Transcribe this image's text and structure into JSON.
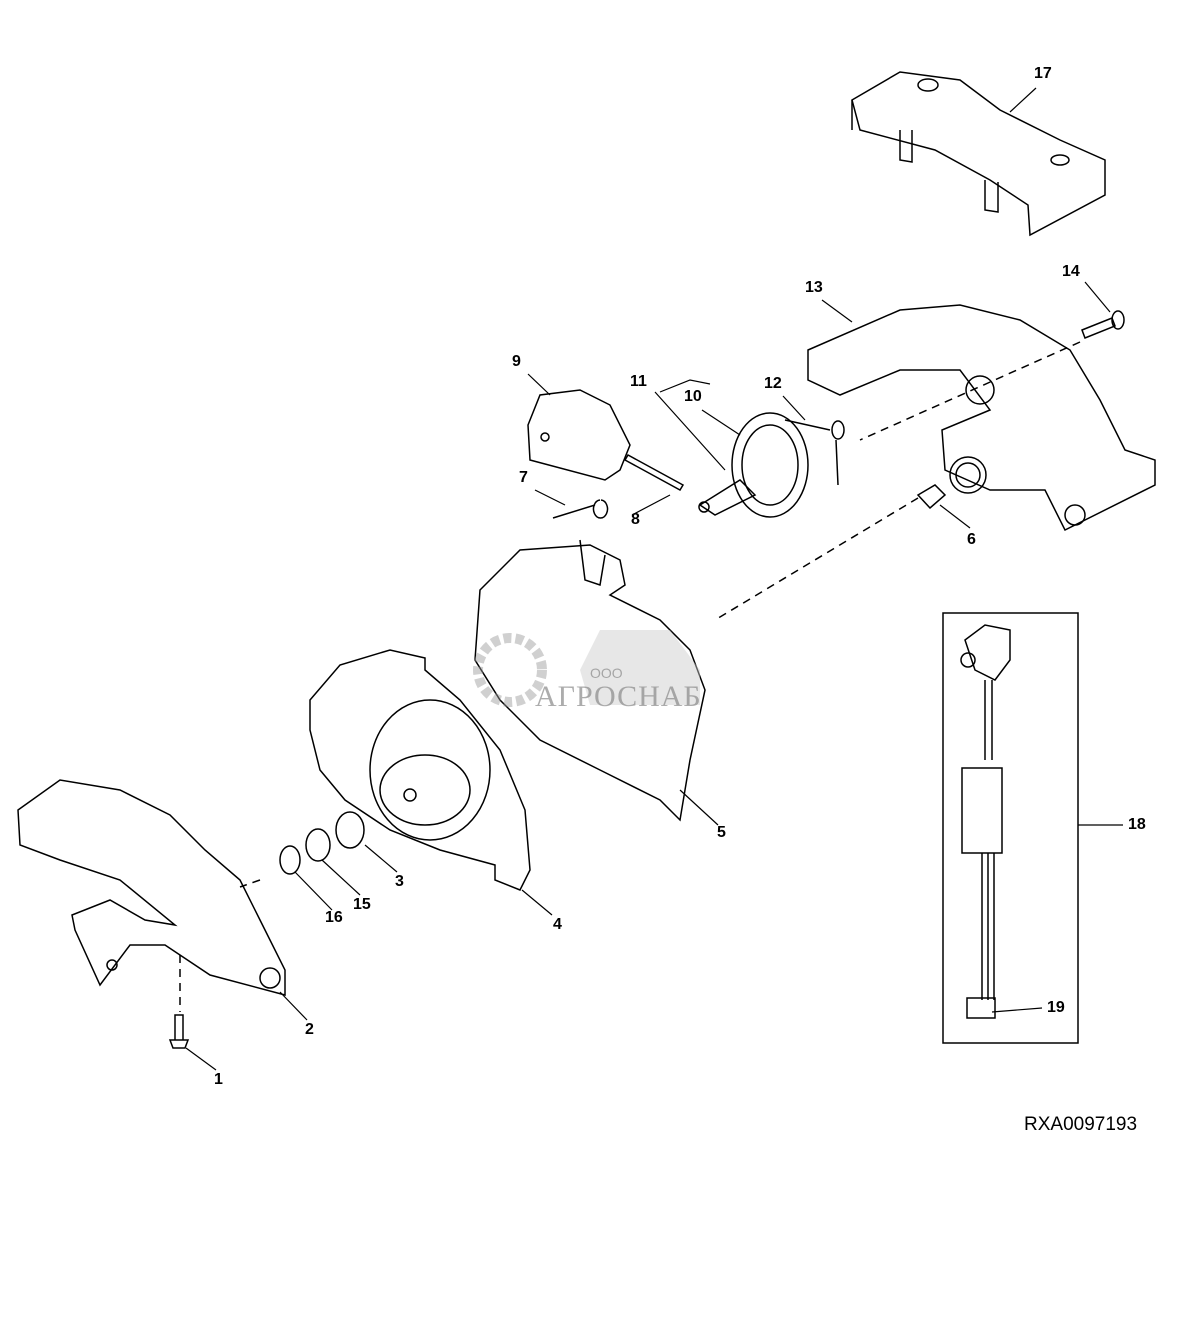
{
  "diagram": {
    "reference_code": "RXA0097193",
    "callouts": [
      "1",
      "2",
      "3",
      "4",
      "5",
      "6",
      "7",
      "8",
      "9",
      "10",
      "11",
      "12",
      "13",
      "14",
      "15",
      "16",
      "17",
      "18",
      "19"
    ]
  },
  "watermark": {
    "prefix": "ООО",
    "name": "АГРОСНАБ"
  },
  "colors": {
    "line": "#000000",
    "watermark": "#8a8a8a"
  }
}
